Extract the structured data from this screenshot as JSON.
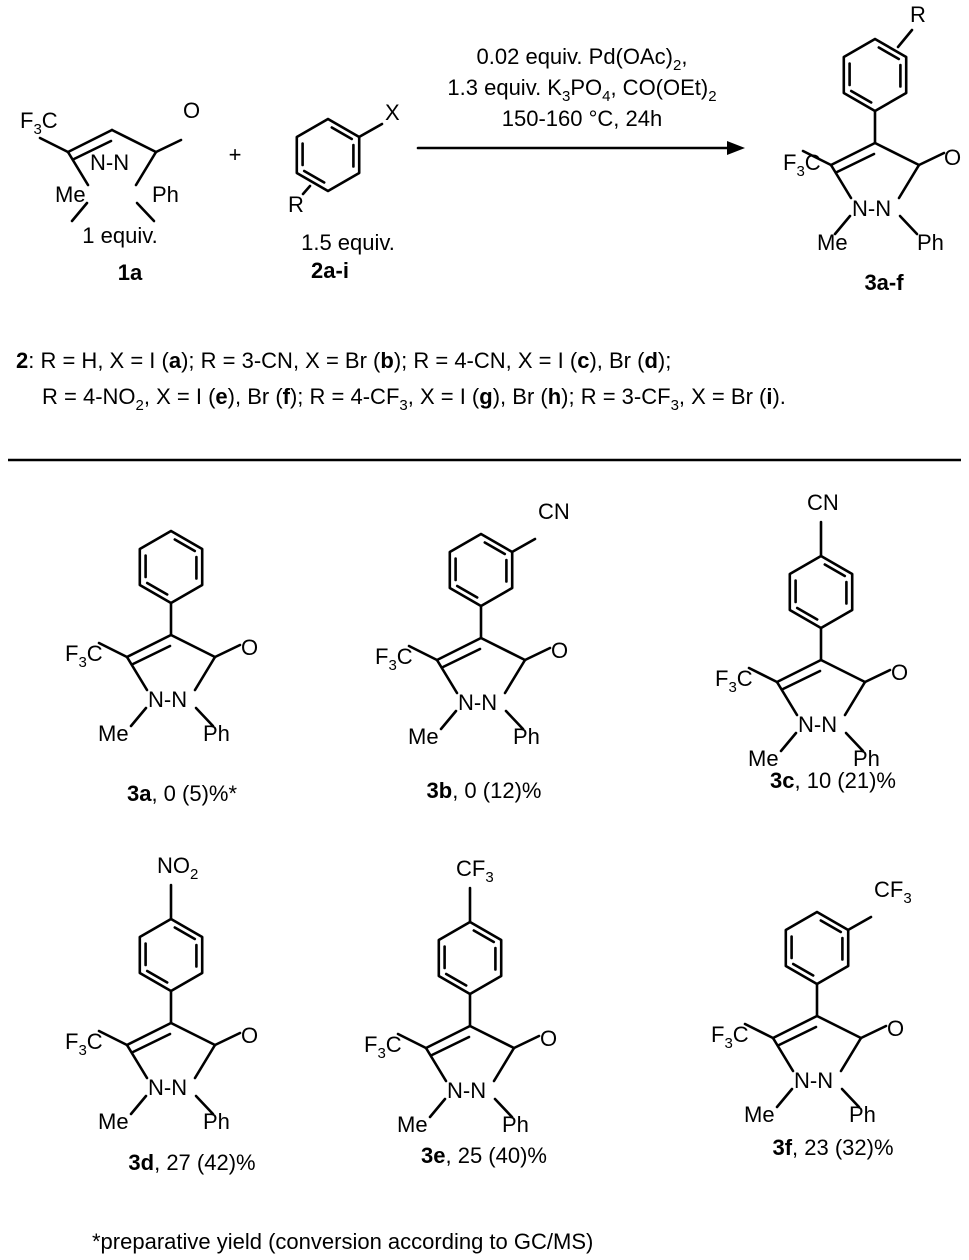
{
  "reaction": {
    "start_material": {
      "equiv": "1 equiv.",
      "id": "1a"
    },
    "aryl_halide": {
      "equiv": "1.5 equiv.",
      "id": "2a-i",
      "subst": "R",
      "halogen": "X"
    },
    "plus": "+",
    "conditions": [
      {
        "pre": "0.02 equiv. Pd(OAc)",
        "sub": "2",
        "post": ","
      },
      {
        "pre": "1.3 equiv. K",
        "sub1": "3",
        "mid": "PO",
        "sub2": "4",
        "post": ", CO(OEt)",
        "sub3": "2"
      },
      {
        "text": "150-160 °C, 24h"
      }
    ],
    "product": {
      "id": "3a-f",
      "subst": "R"
    }
  },
  "atoms": {
    "F": "F",
    "three": "3",
    "C": "C",
    "O": "O",
    "N": "N",
    "dash": "-",
    "Me": "Me",
    "Ph": "Ph",
    "CN": "CN",
    "NO": "NO",
    "two": "2",
    "CF": "CF"
  },
  "legend": {
    "line1": {
      "prefix": "2",
      "t1": ": R = H, X = I (",
      "a": "a",
      "t2": "); R = 3-CN, X = Br (",
      "b": "b",
      "t3": "); R = 4-CN, X = I (",
      "c": "c",
      "t4": "), Br (",
      "d": "d",
      "t5": ");"
    },
    "line2": {
      "t1": "R = 4-NO",
      "s1": "2",
      "t2": ", X = I (",
      "e": "e",
      "t3": "), Br (",
      "f": "f",
      "t4": "); R = 4-CF",
      "s2": "3",
      "t5": ", X = I (",
      "g": "g",
      "t6": "), Br (",
      "h": "h",
      "t7": "); R = 3-CF",
      "s3": "3",
      "t8": ", X = Br (",
      "i": "i",
      "t9": ")."
    }
  },
  "products": [
    {
      "id": "3a",
      "yield": ", 0 (5)%*"
    },
    {
      "id": "3b",
      "yield": ", 0 (12)%"
    },
    {
      "id": "3c",
      "yield": ", 10 (21)%"
    },
    {
      "id": "3d",
      "yield": ", 27 (42)%"
    },
    {
      "id": "3e",
      "yield": ", 25 (40)%"
    },
    {
      "id": "3f",
      "yield": ", 23 (32)%"
    }
  ],
  "footnote": "*preparative yield (conversion according to GC/MS)"
}
